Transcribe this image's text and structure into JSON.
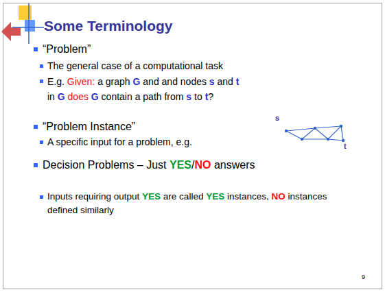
{
  "diagram": {
    "title": "Some Terminology",
    "labels": [
      "“Problem”",
      "The general case of a computational task",
      "E.g. Given: a graph G and and nodes s and t in G does G contain a path from s to t?",
      "“Problem Instance”",
      "A specific input for a problem, e.g.",
      "Decision Problems – Just YES/NO answers",
      "Inputs requiring output YES are called YES instances, NO instances defined similarly",
      "s",
      "t",
      "9"
    ]
  }
}
